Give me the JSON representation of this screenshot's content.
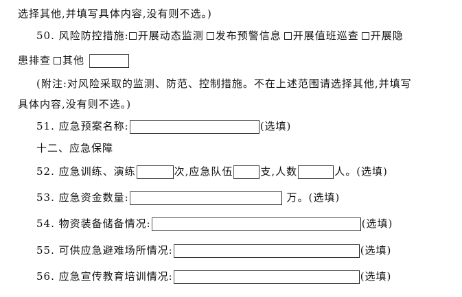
{
  "lines": {
    "l0": "选择其他,并填写具体内容,没有则不选。)",
    "q50_prefix": "50. 风险防控措施:",
    "q50_options": [
      "开展动态监测",
      "发布预警信息",
      "开展值班巡查",
      "开展隐"
    ],
    "q50_cont": "患排查",
    "q50_other": "其他",
    "note1": "(附注:对风险采取的监测、防范、控制措施。不在上述范围请选择其他,并填写",
    "note2": "具体内容,没有则不选。)",
    "q51_label": "51. 应急预案名称:",
    "q51_suffix": "(选填)",
    "section12": "十二、应急保障",
    "q52_label": "52. 应急训练、演练",
    "q52_unit1": "次,应急队伍",
    "q52_unit2": "支,人数",
    "q52_unit3": "人。(选填)",
    "q53_label": "53. 应急资金数量:",
    "q53_suffix": "万。(选填)",
    "q54_label": "54. 物资装备储备情况:",
    "q54_suffix": "(选填)",
    "q55_label": "55. 可供应急避难场所情况:",
    "q55_suffix": "(选填)",
    "q56_label": "56. 应急宣传教育培训情况:",
    "q56_suffix": "(选填)"
  },
  "fields": {
    "q50_other_value": "",
    "q51_value": "",
    "q52_drills": "",
    "q52_teams": "",
    "q52_people": "",
    "q53_value": "",
    "q54_value": "",
    "q55_value": "",
    "q56_value": ""
  }
}
